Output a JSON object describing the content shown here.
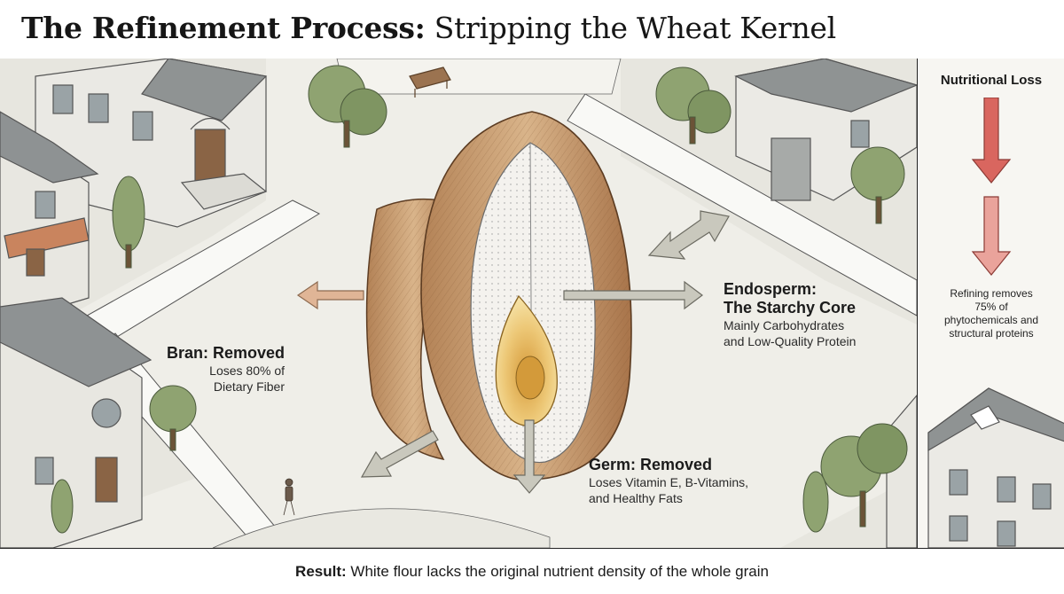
{
  "title": {
    "main": "The Refinement Process:",
    "sub": "Stripping the Wheat Kernel"
  },
  "bran": {
    "heading": "Bran: Removed",
    "line1": "Loses 80% of",
    "line2": "Dietary Fiber"
  },
  "endosperm": {
    "heading1": "Endosperm:",
    "heading2": "The Starchy Core",
    "line1": "Mainly Carbohydrates",
    "line2": "and Low-Quality Protein"
  },
  "germ": {
    "heading": "Germ: Removed",
    "line1": "Loses Vitamin E, B-Vitamins,",
    "line2": "and Healthy Fats"
  },
  "side_panel": {
    "title": "Nutritional Loss",
    "note_line1": "Refining removes",
    "note_line2": "75% of",
    "note_line3": "phytochemicals and",
    "note_line4": "structural proteins",
    "arrow_color": "#d9665f"
  },
  "footer": {
    "label": "Result:",
    "text": "White flour lacks the original nutrient density of the whole grain"
  },
  "colors": {
    "bran": "#c79a6c",
    "endosperm": "#f4f2ee",
    "germ": "#e3b75a",
    "arrow_gray": "#c9c8bd",
    "arrow_bran": "#e0b596"
  },
  "icons": {
    "decorative": [
      "house-icon",
      "tree-icon",
      "bench-icon",
      "pedestrian-icon"
    ]
  }
}
